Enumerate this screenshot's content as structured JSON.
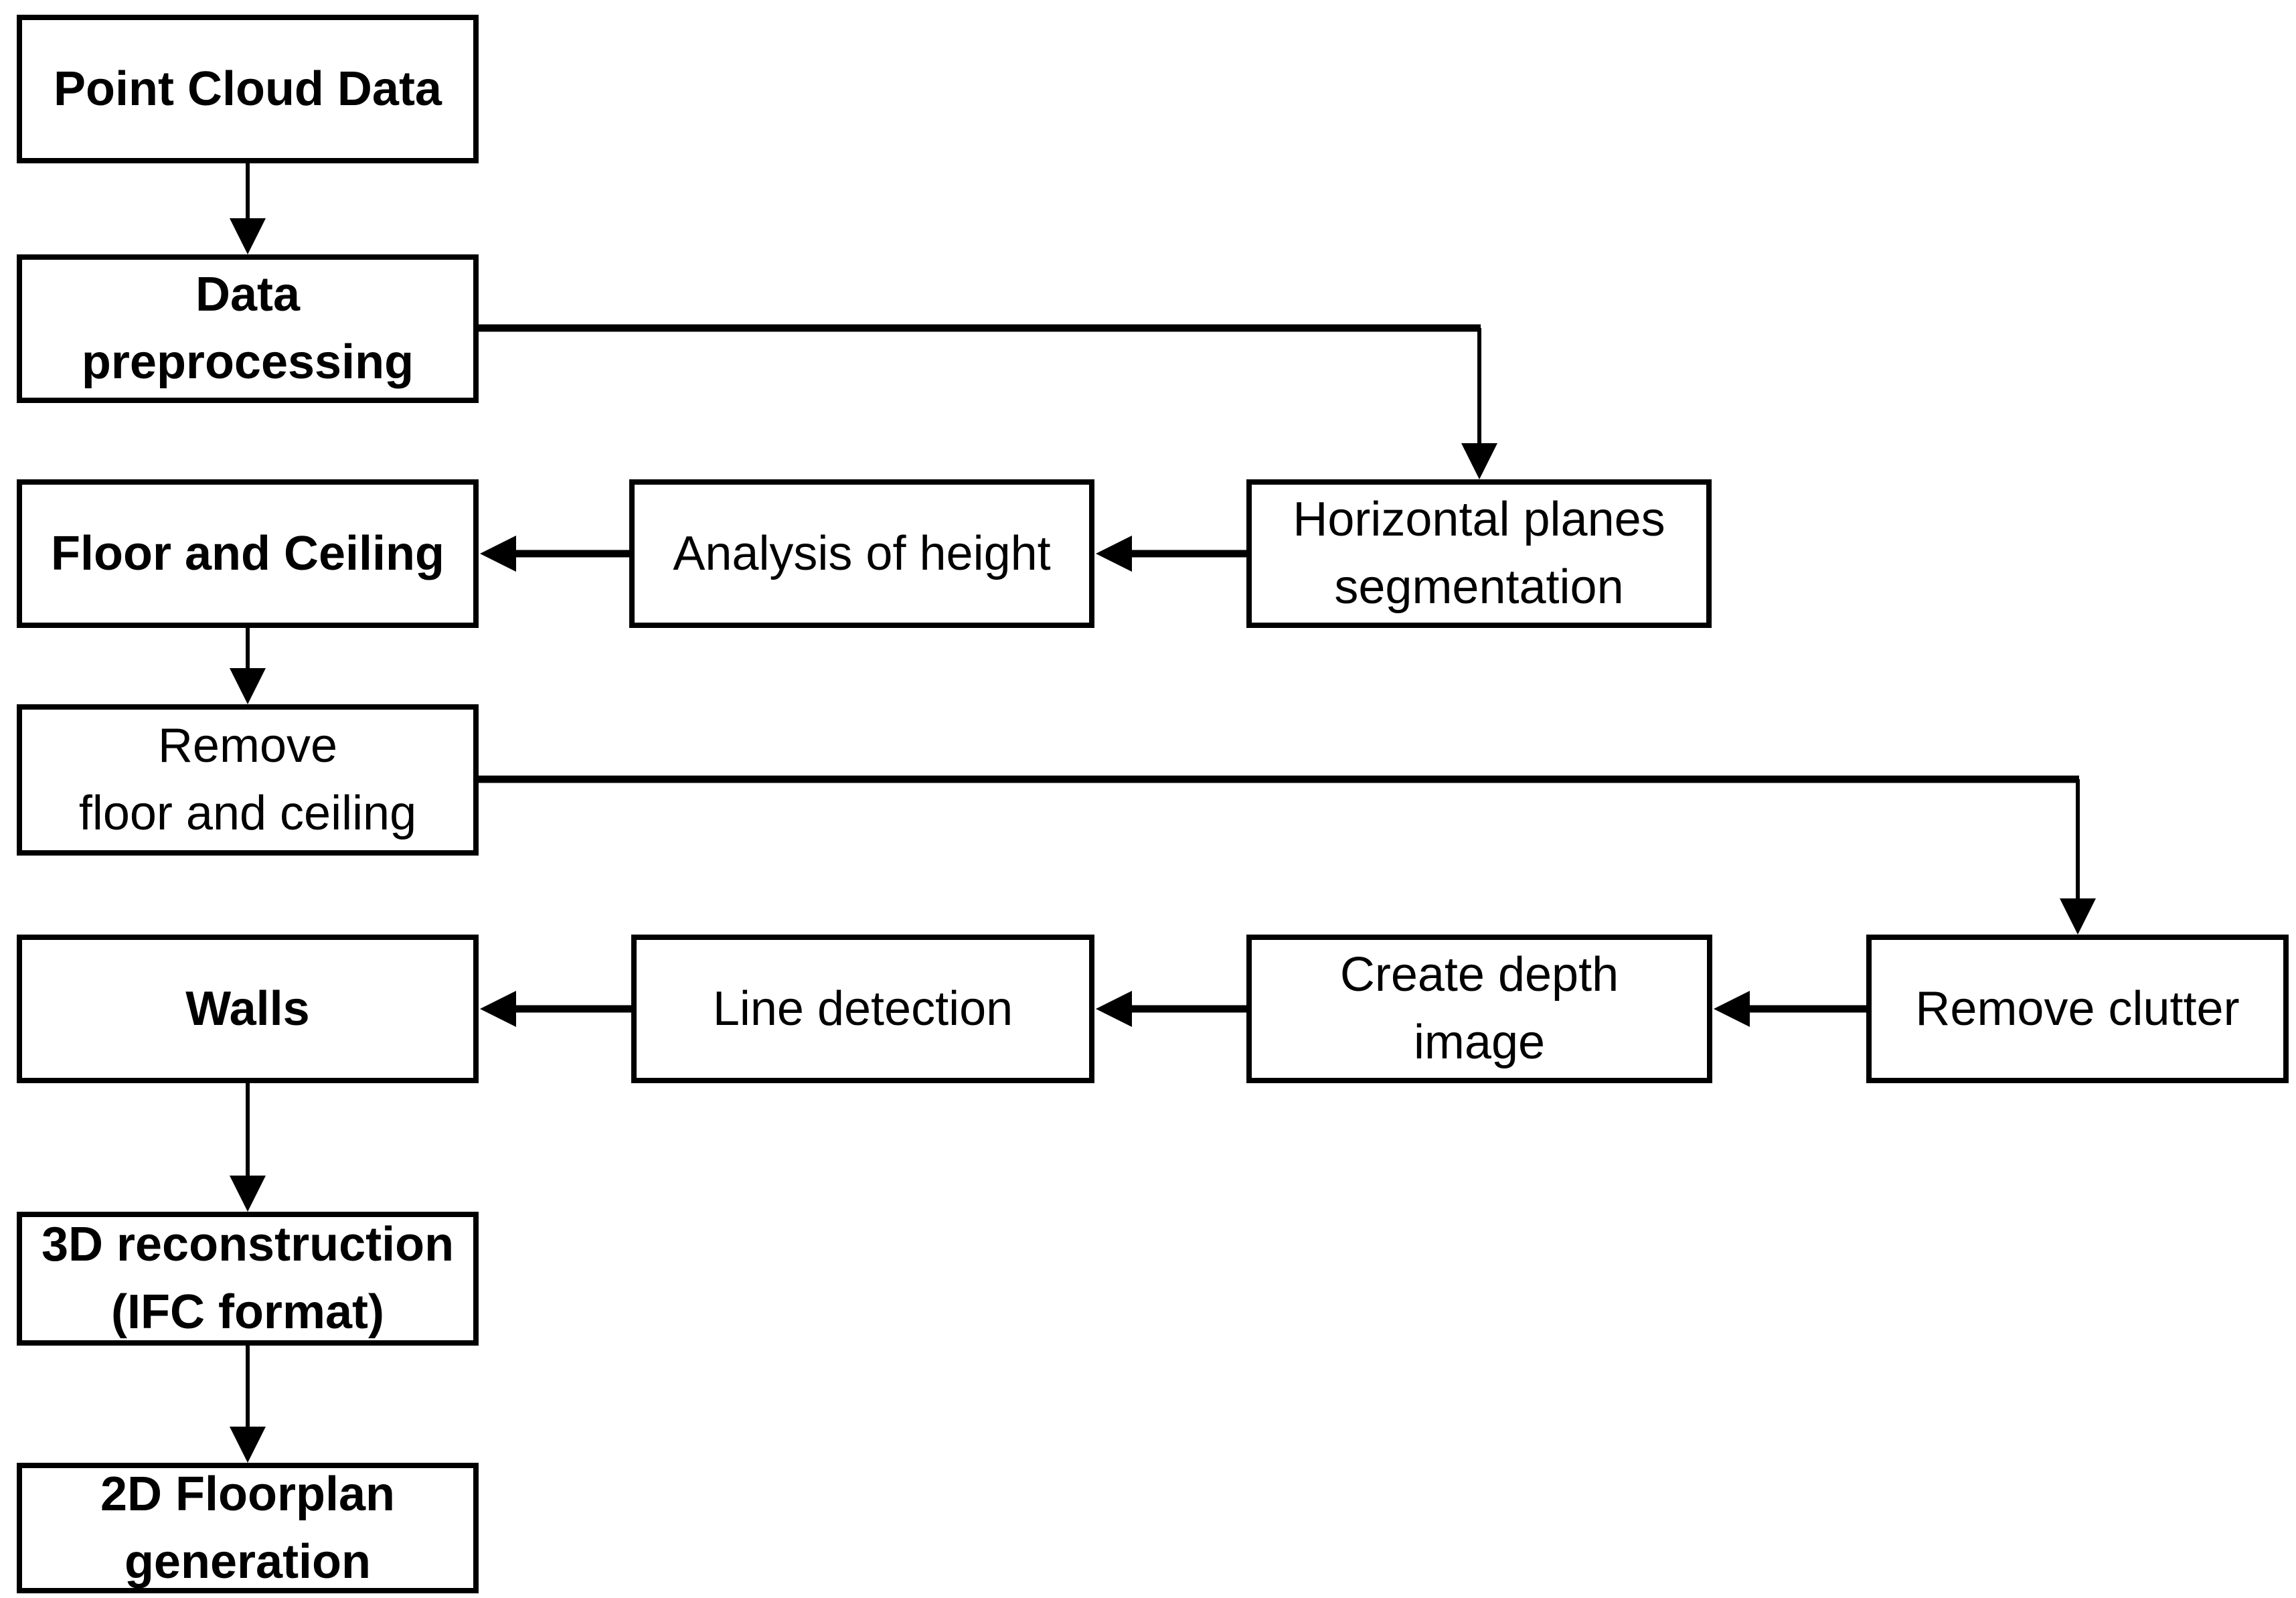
{
  "diagram": {
    "title": "Point cloud to floorplan processing pipeline",
    "colors": {
      "background": "#ffffff",
      "box_fill": "#ffffff",
      "box_border": "#000000",
      "line": "#000000",
      "text": "#000000"
    },
    "nodes": {
      "point_cloud": {
        "label": "Point Cloud Data",
        "emphasis": "bold"
      },
      "preprocessing": {
        "label": "Data\npreprocessing",
        "emphasis": "bold"
      },
      "floor_ceiling": {
        "label": "Floor and Ceiling",
        "emphasis": "bold"
      },
      "analysis_height": {
        "label": "Analysis of height",
        "emphasis": "regular"
      },
      "horizontal_planes": {
        "label": "Horizontal planes\nsegmentation",
        "emphasis": "regular"
      },
      "remove_floor": {
        "label": "Remove\nfloor and ceiling",
        "emphasis": "regular"
      },
      "walls": {
        "label": "Walls",
        "emphasis": "bold"
      },
      "line_detection": {
        "label": "Line detection",
        "emphasis": "regular"
      },
      "create_depth": {
        "label": "Create depth\nimage",
        "emphasis": "regular"
      },
      "remove_clutter": {
        "label": "Remove clutter",
        "emphasis": "regular"
      },
      "reconstruction_3d": {
        "label": "3D reconstruction\n(IFC format)",
        "emphasis": "bold"
      },
      "floorplan_2d": {
        "label": "2D Floorplan\ngeneration",
        "emphasis": "bold"
      }
    },
    "edges": [
      {
        "from": "point_cloud",
        "to": "preprocessing"
      },
      {
        "from": "preprocessing",
        "to": "horizontal_planes"
      },
      {
        "from": "horizontal_planes",
        "to": "analysis_height"
      },
      {
        "from": "analysis_height",
        "to": "floor_ceiling"
      },
      {
        "from": "floor_ceiling",
        "to": "remove_floor"
      },
      {
        "from": "remove_floor",
        "to": "remove_clutter"
      },
      {
        "from": "remove_clutter",
        "to": "create_depth"
      },
      {
        "from": "create_depth",
        "to": "line_detection"
      },
      {
        "from": "line_detection",
        "to": "walls"
      },
      {
        "from": "walls",
        "to": "reconstruction_3d"
      },
      {
        "from": "reconstruction_3d",
        "to": "floorplan_2d"
      }
    ]
  }
}
